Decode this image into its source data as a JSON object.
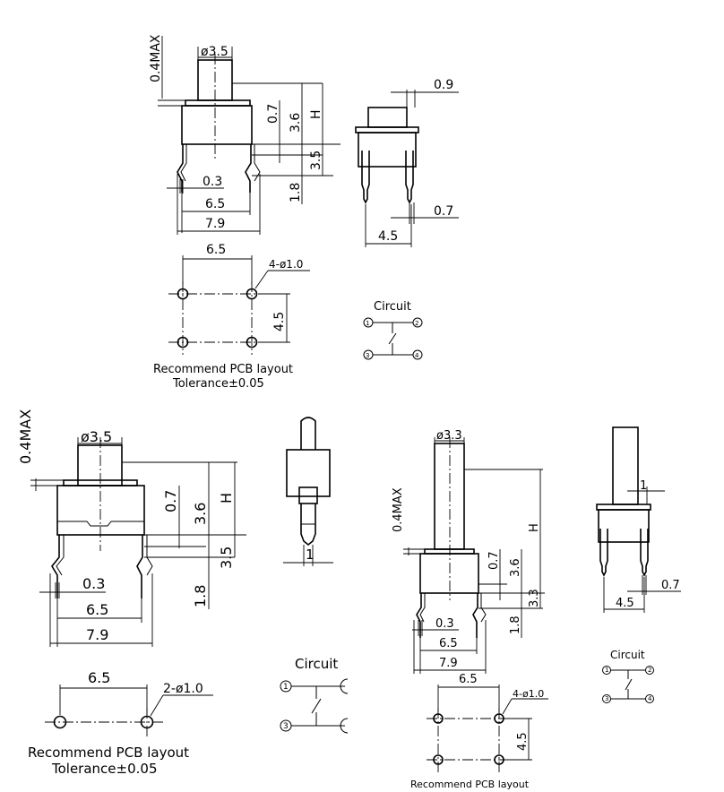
{
  "d1": {
    "max": "0.4MAX",
    "dia": "ø3.5",
    "h07": "0.7",
    "h36": "3.6",
    "hH": "H",
    "h35": "3.5",
    "h18": "1.8",
    "w03": "0.3",
    "w65": "6.5",
    "w79": "7.9",
    "s09": "0.9",
    "s07": "0.7",
    "s45": "4.5",
    "pcb_w": "6.5",
    "pcb_holes": "4-ø1.0",
    "pcb_h": "4.5",
    "pcb_caption": "Recommend PCB layout",
    "pcb_tol": "Tolerance±0.05",
    "circ_title": "Circuit",
    "p1": "1",
    "p2": "2",
    "p3": "3",
    "p4": "4"
  },
  "d2": {
    "max": "0.4MAX",
    "dia": "ø3.5",
    "h07": "0.7",
    "h36": "3.6",
    "hH": "H",
    "h35": "3.5",
    "h18": "1.8",
    "w03": "0.3",
    "w65": "6.5",
    "w79": "7.9",
    "s1": "1",
    "pcb_w": "6.5",
    "pcb_holes": "2-ø1.0",
    "pcb_caption": "Recommend PCB layout",
    "pcb_tol": "Tolerance±0.05",
    "circ_title": "Circuit",
    "p1": "1",
    "p3": "3"
  },
  "d3": {
    "max": "0.4MAX",
    "dia": "ø3.3",
    "h07": "0.7",
    "h36": "3.6",
    "hH": "H",
    "h33": "3.3",
    "h18": "1.8",
    "w03": "0.3",
    "w65": "6.5",
    "w79": "7.9",
    "s1": "1",
    "s07": "0.7",
    "s45": "4.5",
    "pcb_w": "6.5",
    "pcb_holes": "4-ø1.0",
    "pcb_h": "4.5",
    "pcb_caption": "Recommend PCB layout",
    "circ_title": "Circuit",
    "p1": "1",
    "p2": "2",
    "p3": "3",
    "p4": "4"
  }
}
